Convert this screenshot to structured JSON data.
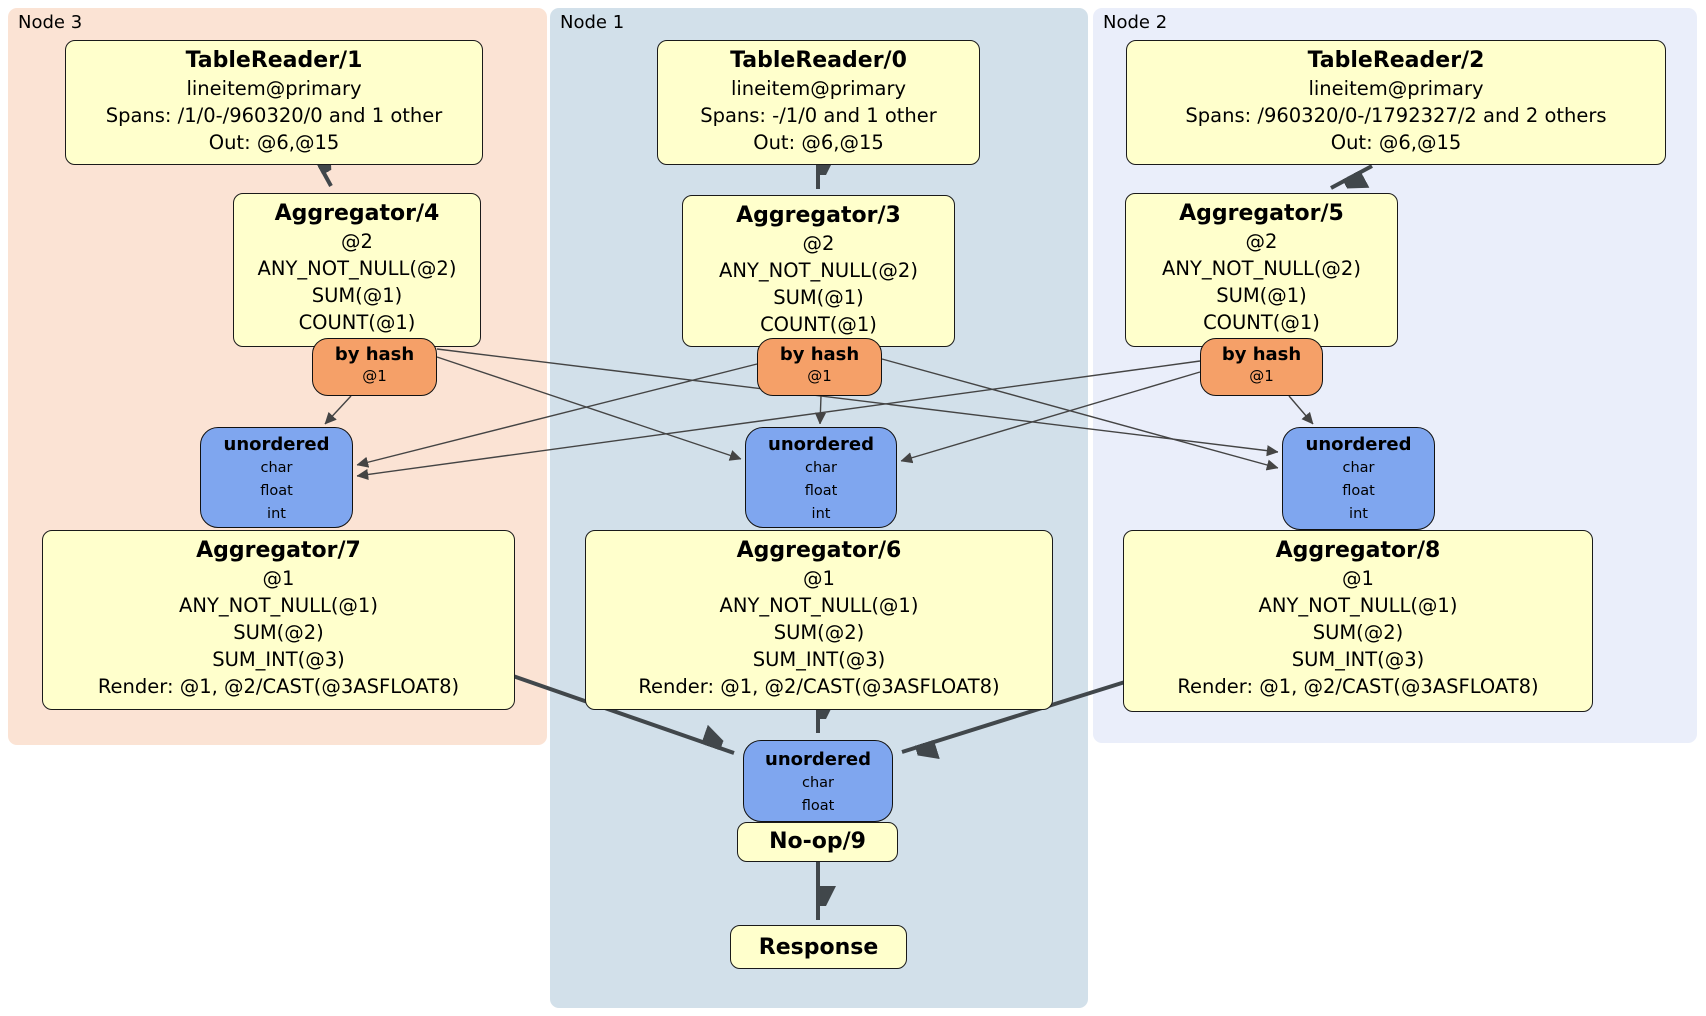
{
  "diagram": {
    "regions": [
      {
        "key": "node3",
        "label": "Node 3"
      },
      {
        "key": "node1",
        "label": "Node 1"
      },
      {
        "key": "node2",
        "label": "Node 2"
      }
    ],
    "boxes": {
      "tr1": {
        "title": "TableReader/1",
        "lines": [
          "lineitem@primary",
          "Spans: /1/0-/960320/0 and 1 other",
          "Out: @6,@15"
        ]
      },
      "tr0": {
        "title": "TableReader/0",
        "lines": [
          "lineitem@primary",
          "Spans: -/1/0 and 1 other",
          "Out: @6,@15"
        ]
      },
      "tr2": {
        "title": "TableReader/2",
        "lines": [
          "lineitem@primary",
          "Spans: /960320/0-/1792327/2 and 2 others",
          "Out: @6,@15"
        ]
      },
      "agg4": {
        "title": "Aggregator/4",
        "lines": [
          "@2",
          "ANY_NOT_NULL(@2)",
          "SUM(@1)",
          "COUNT(@1)"
        ]
      },
      "agg3": {
        "title": "Aggregator/3",
        "lines": [
          "@2",
          "ANY_NOT_NULL(@2)",
          "SUM(@1)",
          "COUNT(@1)"
        ]
      },
      "agg5": {
        "title": "Aggregator/5",
        "lines": [
          "@2",
          "ANY_NOT_NULL(@2)",
          "SUM(@1)",
          "COUNT(@1)"
        ]
      },
      "agg7": {
        "title": "Aggregator/7",
        "lines": [
          "@1",
          "ANY_NOT_NULL(@1)",
          "SUM(@2)",
          "SUM_INT(@3)",
          "Render: @1, @2/CAST(@3ASFLOAT8)"
        ]
      },
      "agg6": {
        "title": "Aggregator/6",
        "lines": [
          "@1",
          "ANY_NOT_NULL(@1)",
          "SUM(@2)",
          "SUM_INT(@3)",
          "Render: @1, @2/CAST(@3ASFLOAT8)"
        ]
      },
      "agg8": {
        "title": "Aggregator/8",
        "lines": [
          "@1",
          "ANY_NOT_NULL(@1)",
          "SUM(@2)",
          "SUM_INT(@3)",
          "Render: @1, @2/CAST(@3ASFLOAT8)"
        ]
      },
      "noop": {
        "title": "No-op/9"
      },
      "resp": {
        "title": "Response"
      }
    },
    "routers": {
      "r3": {
        "title": "by hash",
        "detail": "@1"
      },
      "r1": {
        "title": "by hash",
        "detail": "@1"
      },
      "r2": {
        "title": "by hash",
        "detail": "@1"
      }
    },
    "syncs": {
      "u3": {
        "title": "unordered",
        "items": [
          "char",
          "float",
          "int"
        ]
      },
      "u1": {
        "title": "unordered",
        "items": [
          "char",
          "float",
          "int"
        ]
      },
      "u2": {
        "title": "unordered",
        "items": [
          "char",
          "float",
          "int"
        ]
      },
      "ub": {
        "title": "unordered",
        "items": [
          "char",
          "float"
        ]
      }
    },
    "colors": {
      "node3_bg": "#fbe3d4",
      "node1_bg": "#d2e0ea",
      "node2_bg": "#eaeefa",
      "processor_fill": "#ffffcc",
      "router_fill": "#f5a068",
      "sync_fill": "#7fa6ef",
      "edge": "#41474b"
    }
  }
}
